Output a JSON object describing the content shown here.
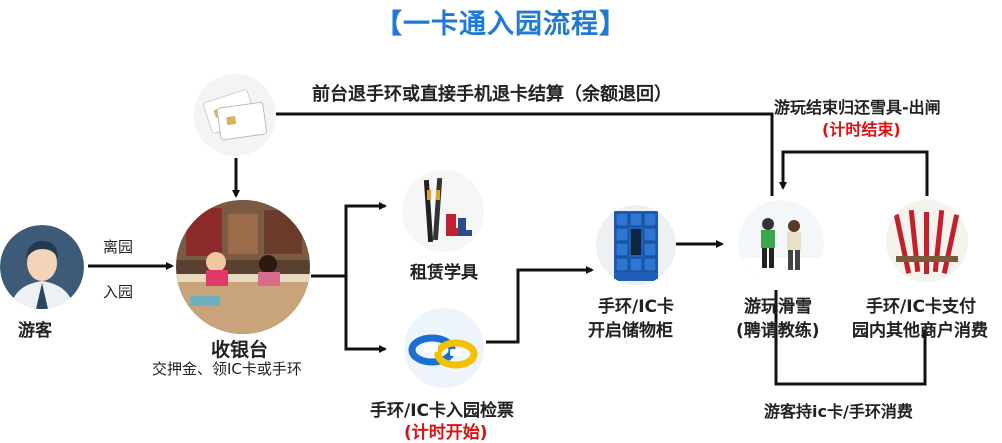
{
  "title": "【一卡通入园流程】",
  "nodes": {
    "visitor": {
      "label": "游客"
    },
    "cashier": {
      "label": "收银台",
      "sub": "交押金、领IC卡或手环"
    },
    "rental": {
      "label": "租赁学具"
    },
    "gate": {
      "label": "手环/IC卡入园检票",
      "note": "(计时开始)"
    },
    "locker": {
      "line1": "手环/IC卡",
      "line2": "开启储物柜"
    },
    "ski": {
      "line1": "游玩滑雪",
      "line2": "(聘请教练)"
    },
    "pay": {
      "line1": "手环/IC卡支付",
      "line2": "园内其他商户消费"
    }
  },
  "edges": {
    "leave": "离园",
    "enter": "入园",
    "refund": "前台退手环或直接手机退卡结算（余额退回）",
    "return_gear": "游玩结束归还雪具-出闸",
    "return_note": "(计时结束)",
    "spend": "游客持ic卡/手环消费"
  },
  "colors": {
    "title": "#1e7ad6",
    "note": "#e01010",
    "arrow": "#111111"
  }
}
